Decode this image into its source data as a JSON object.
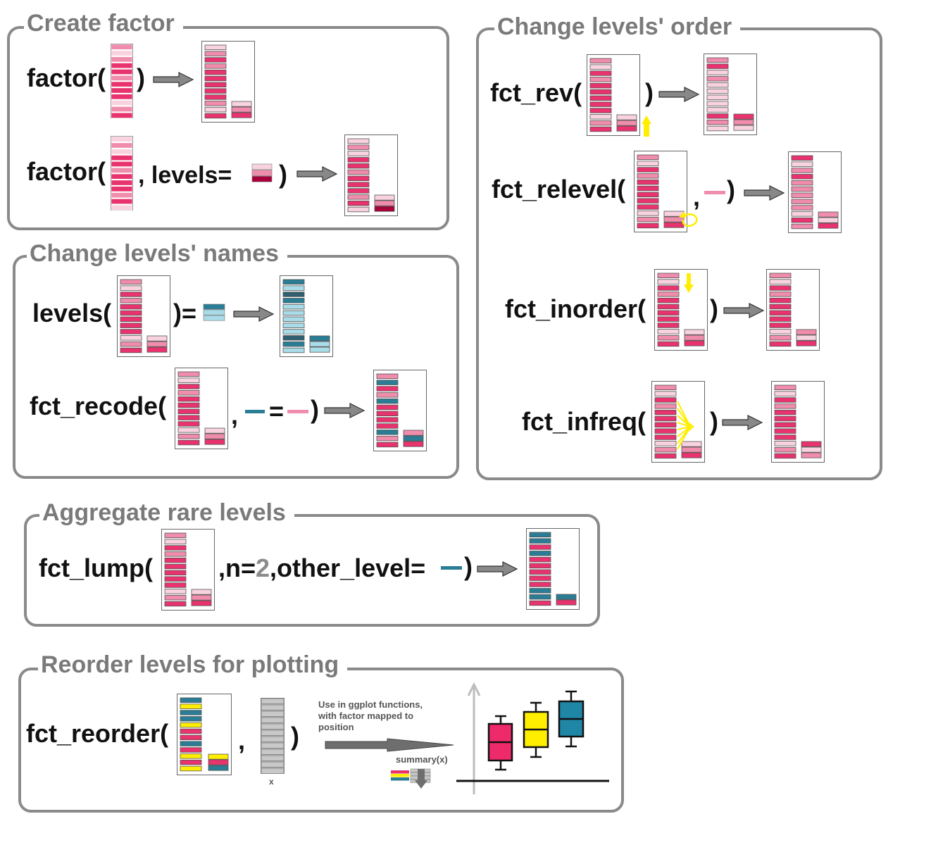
{
  "sections": {
    "create_factor": {
      "title": "Create factor",
      "row1": {
        "fn": "factor(",
        "close": ")"
      },
      "row2": {
        "fn": "factor(",
        "sep": ", levels=",
        "close": ")"
      }
    },
    "change_names": {
      "title": "Change levels' names",
      "row1": {
        "fn": "levels(",
        "close": ")="
      },
      "row2": {
        "fn": "fct_recode(",
        "sep": ",",
        "eq": "=",
        "close": ")"
      }
    },
    "change_order": {
      "title": "Change levels' order",
      "rows": [
        {
          "fn": "fct_rev(",
          "close": ")"
        },
        {
          "fn": "fct_relevel(",
          "sep": ",",
          "close": ")"
        },
        {
          "fn": "fct_inorder(",
          "close": ")"
        },
        {
          "fn": "fct_infreq(",
          "close": ")"
        }
      ]
    },
    "aggregate": {
      "title": "Aggregate rare levels",
      "fn": "fct_lump(",
      "arg_n": ",n=",
      "n_value": "2",
      "arg_other": ",other_level=",
      "close": ")"
    },
    "reorder_plot": {
      "title": "Reorder levels for plotting",
      "fn": "fct_reorder(",
      "sep": ",",
      "close": ")",
      "x_label": "x",
      "note_lines": [
        "Use in ggplot functions,",
        "with factor mapped to",
        "position"
      ],
      "summary_label": "summary(x)"
    }
  },
  "colors": {
    "level_dark": "#e8336e",
    "level_mid": "#f08cac",
    "level_light": "#f8d3df",
    "teal_dark": "#2a7d95",
    "teal_light": "#a9dbe8",
    "yellow": "#ffee00",
    "arrow_gray": "#888888",
    "panel_border": "#8a8a8a",
    "title_gray": "#7a7a7a",
    "box_pink": "#ee2a6b",
    "box_yellow": "#ffee00",
    "box_teal": "#1f86a6"
  }
}
